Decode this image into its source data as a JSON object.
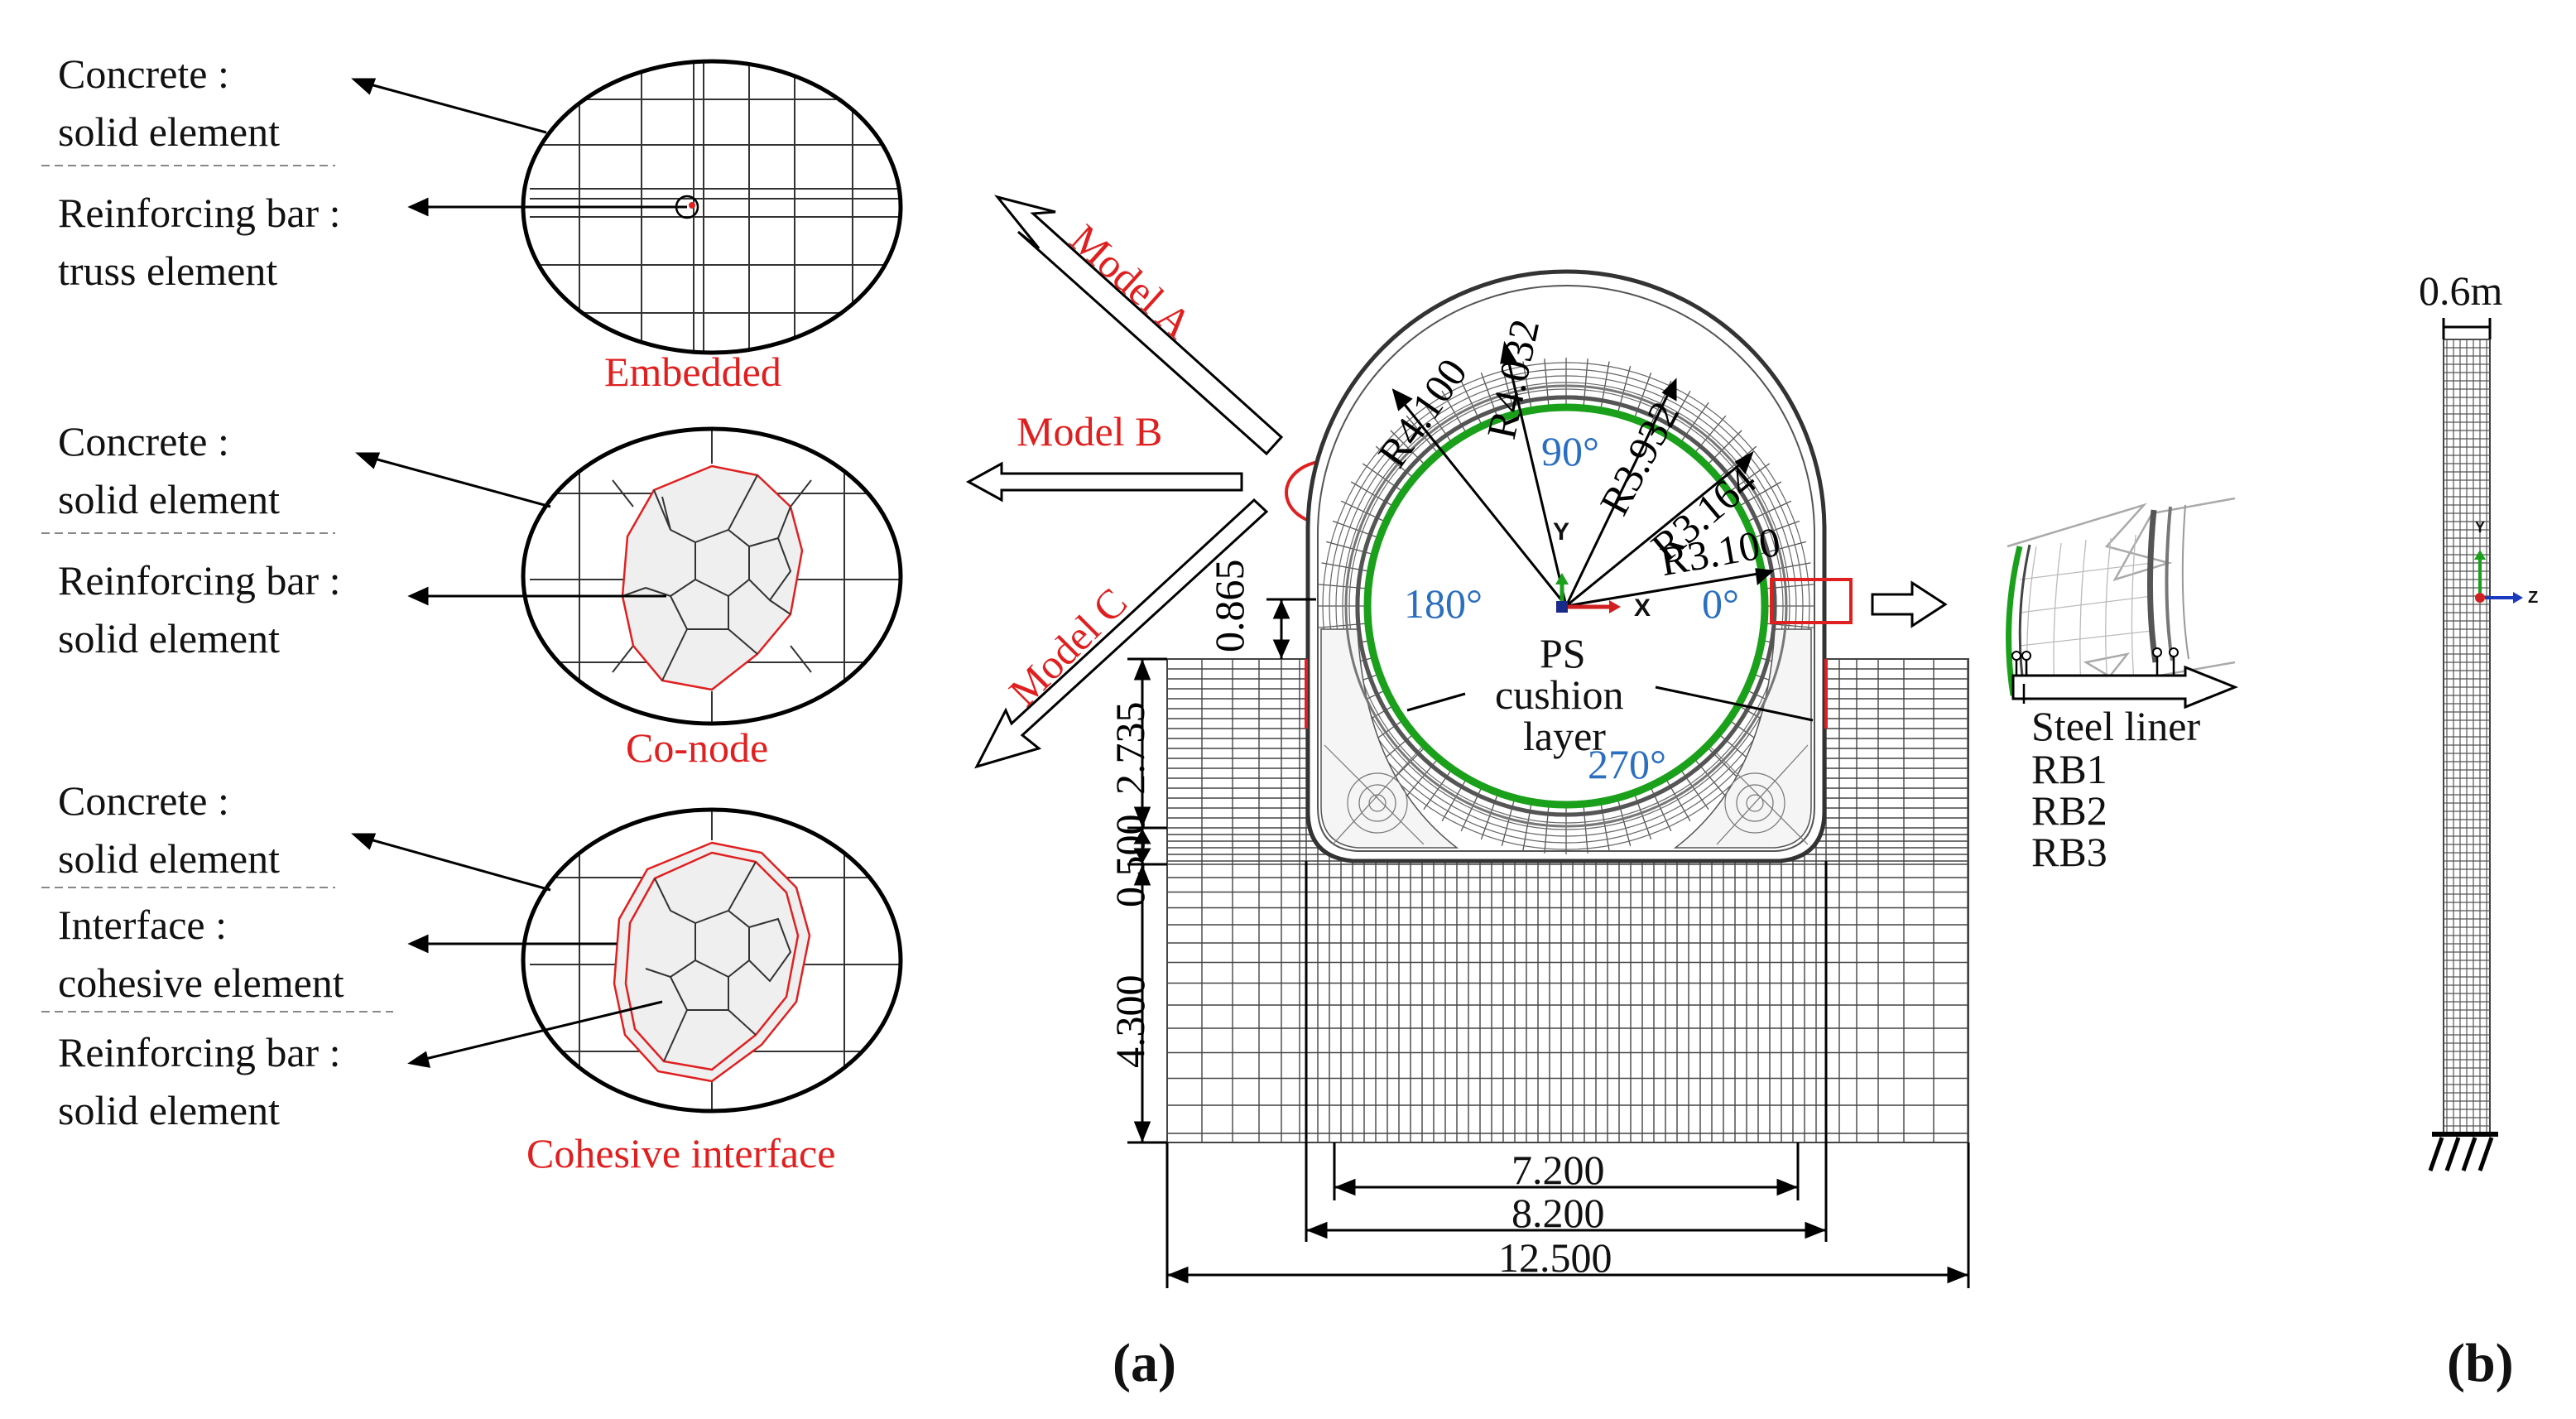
{
  "left_panel": {
    "embedded": {
      "labels": [
        "Concrete :",
        "solid element",
        "Reinforcing bar :",
        "truss element"
      ],
      "caption": "Embedded"
    },
    "conode": {
      "labels": [
        "Concrete :",
        "solid element",
        "Reinforcing bar :",
        "solid element"
      ],
      "caption": "Co-node"
    },
    "cohesive": {
      "labels": [
        "Concrete :",
        "solid element",
        "Interface :",
        "cohesive element",
        "Reinforcing bar :",
        "solid element"
      ],
      "caption": "Cohesive interface"
    }
  },
  "models": {
    "a": "Model A",
    "b": "Model B",
    "c": "Model C"
  },
  "tunnel": {
    "radii": [
      "R4.100",
      "R4.032",
      "R3.932",
      "R3.164",
      "R3.100"
    ],
    "angles": [
      "90°",
      "180°",
      "0°",
      "270°"
    ],
    "center_labels": [
      "PS",
      "cushion",
      "layer"
    ],
    "axis": {
      "x": "X",
      "y": "Y"
    },
    "vertical_dims": [
      "0.865",
      "2.735",
      "0.500",
      "4.300"
    ],
    "horizontal_dims": [
      "7.200",
      "8.200",
      "12.500"
    ]
  },
  "detail_legend": [
    "Steel liner",
    "RB1",
    "RB2",
    "RB3"
  ],
  "panel_b": {
    "width_label": "0.6m",
    "axis": {
      "y": "Y",
      "z": "Z"
    }
  },
  "captions": {
    "a": "(a)",
    "b": "(b)"
  },
  "colors": {
    "red": "#e02020",
    "blue": "#2a6fc0",
    "green": "#1aa01a"
  }
}
